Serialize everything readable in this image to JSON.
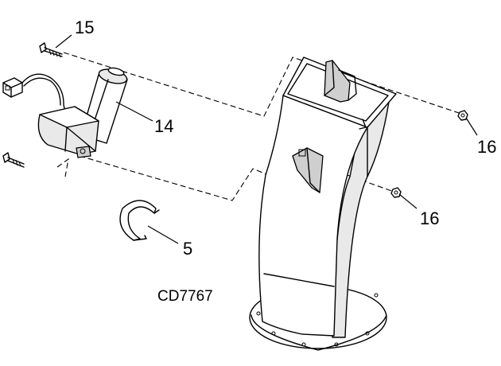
{
  "callouts": {
    "part_15": "15",
    "part_14": "14",
    "part_16_upper": "16",
    "part_16_lower": "16",
    "part_5": "5"
  },
  "drawing_id": "CD7767"
}
